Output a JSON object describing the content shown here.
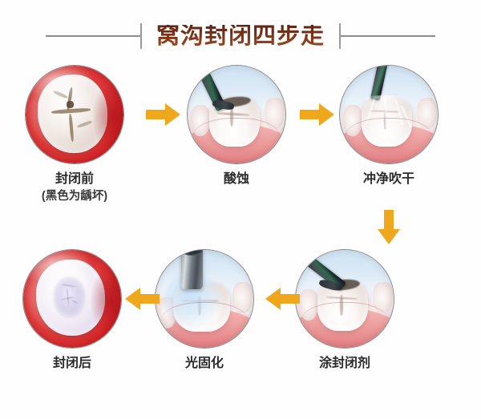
{
  "title": {
    "text": "窝沟封闭四步走",
    "color": "#79301a",
    "rule_color": "#8d8d8d"
  },
  "theme": {
    "background": "#fefefe",
    "arrow_color": "#efa81c",
    "label_color": "#2b2b2b"
  },
  "steps": [
    {
      "id": 1,
      "caption": "封闭前",
      "sub_caption": "(黑色为龋坏)",
      "illustration": "molar-occlusal-with-caries",
      "position": "top-left"
    },
    {
      "id": 2,
      "caption": "酸蚀",
      "sub_caption": "",
      "illustration": "tooth-buccal-with-etching-applicator",
      "position": "top-center"
    },
    {
      "id": 3,
      "caption": "冲净吹干",
      "sub_caption": "",
      "illustration": "tooth-buccal-with-air-water-syringe",
      "position": "top-right"
    },
    {
      "id": 4,
      "caption": "涂封闭剂",
      "sub_caption": "",
      "illustration": "tooth-buccal-with-sealant-applicator",
      "position": "bottom-right"
    },
    {
      "id": 5,
      "caption": "光固化",
      "sub_caption": "",
      "illustration": "tooth-buccal-with-curing-light",
      "position": "bottom-center"
    },
    {
      "id": 6,
      "caption": "封闭后",
      "sub_caption": "",
      "illustration": "molar-occlusal-sealed",
      "position": "bottom-left"
    }
  ],
  "arrows": [
    {
      "id": 1,
      "direction": "right",
      "from": "封闭前",
      "to": "酸蚀"
    },
    {
      "id": 2,
      "direction": "right",
      "from": "酸蚀",
      "to": "冲净吹干"
    },
    {
      "id": 3,
      "direction": "down",
      "from": "冲净吹干",
      "to": "涂封闭剂"
    },
    {
      "id": 4,
      "direction": "left",
      "from": "涂封闭剂",
      "to": "光固化"
    },
    {
      "id": 5,
      "direction": "left",
      "from": "光固化",
      "to": "封闭后"
    }
  ]
}
